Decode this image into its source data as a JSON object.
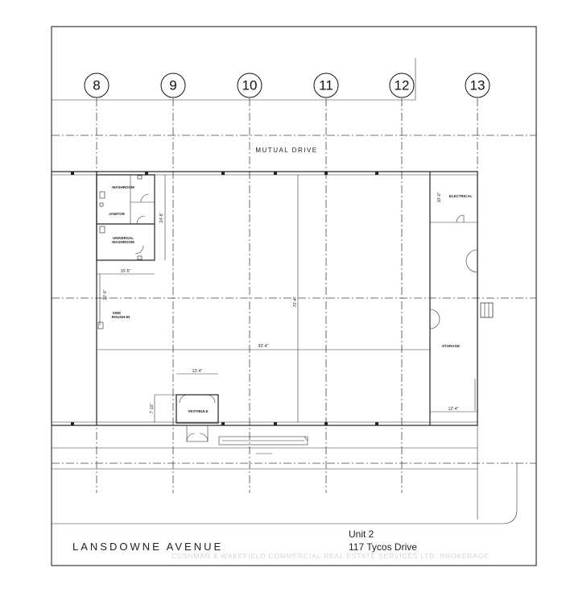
{
  "grid_lines": [
    "8",
    "9",
    "10",
    "11",
    "12",
    "13"
  ],
  "street_top": "MUTUAL DRIVE",
  "street_bottom": "LANSDOWNE AVENUE",
  "unit": {
    "line1": "Unit 2",
    "line2": "117 Tycos Drive"
  },
  "watermark": "CUSHMAN & WAKEFIELD COMMERCIAL REAL ESTATE SERVICES LTD. BROKERAGE",
  "rooms": {
    "washroom": "WASHROOM",
    "janitor": "JANITOR",
    "universal_line1": "UNIVERSAL",
    "universal_line2": "WASHROOM",
    "sink_line1": "SINK",
    "sink_line2": "ROUGH-IN",
    "electrical": "ELECTRICAL",
    "storage": "STORAGE",
    "vestibule": "VESTIBULE"
  },
  "dimensions": {
    "washroom_width": "15'-5\"",
    "washroom_height": "24'-8\"",
    "sink_offset": "30'-0\"",
    "overall_width": "93'-4\"",
    "overall_depth": "70'-4\"",
    "vestibule_width": "13'-4\"",
    "vestibule_height": "7'-10\"",
    "storage_width": "12'-4\"",
    "electrical_height": "10'-0\""
  }
}
